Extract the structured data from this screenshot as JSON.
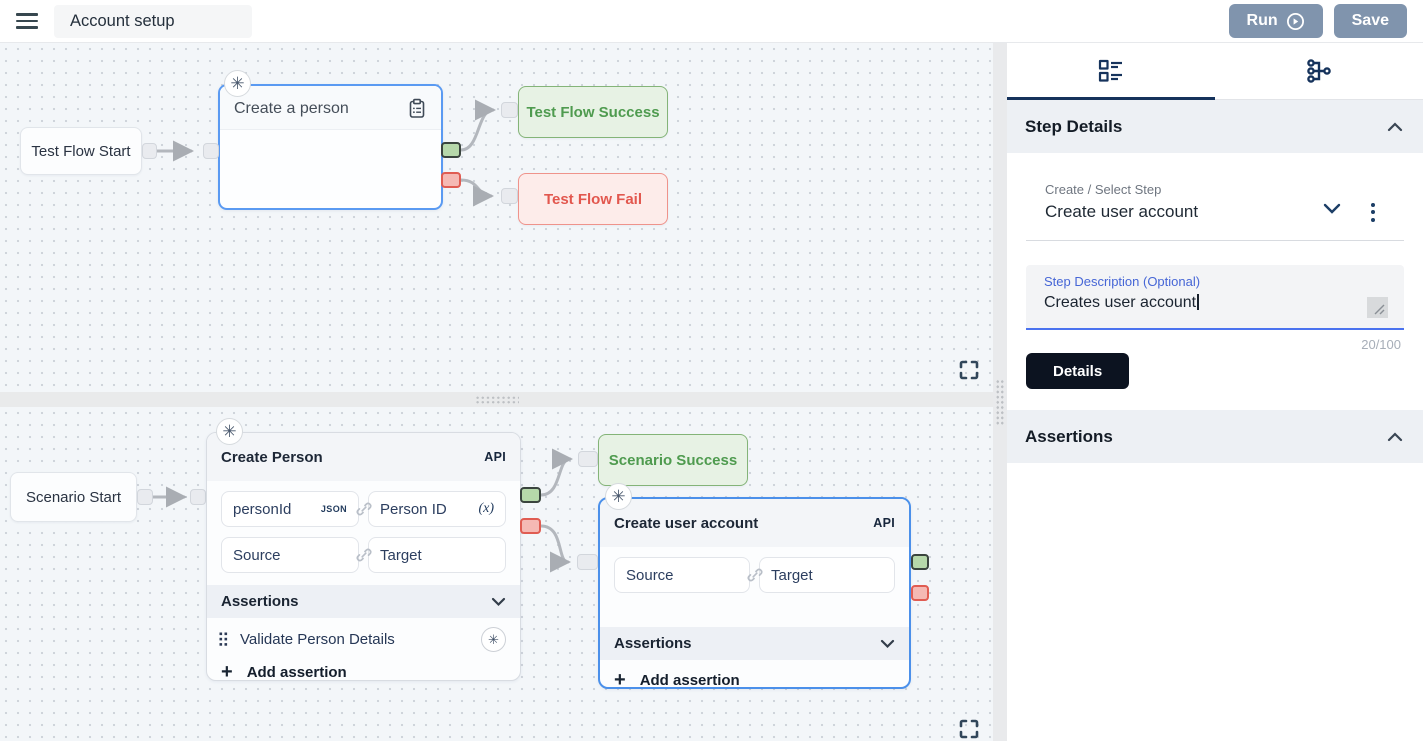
{
  "topbar": {
    "title": "Account setup",
    "run_label": "Run",
    "save_label": "Save"
  },
  "sidebar": {
    "step_details_title": "Step Details",
    "select_step": {
      "label": "Create / Select Step",
      "value": "Create user account"
    },
    "description": {
      "label": "Step Description (Optional)",
      "value": "Creates user account",
      "counter": "20/100"
    },
    "details_button": "Details",
    "assertions_title": "Assertions"
  },
  "flow_top": {
    "start_label": "Test Flow Start",
    "step_title": "Create a person",
    "success_label": "Test Flow Success",
    "fail_label": "Test Flow Fail"
  },
  "flow_bottom": {
    "start_label": "Scenario Start",
    "create_person": {
      "title": "Create Person",
      "badge": "API",
      "fields": [
        {
          "source": "personId",
          "source_tag": "JSON",
          "target": "Person ID",
          "target_tag": "(x)"
        },
        {
          "source": "Source",
          "source_tag": "",
          "target": "Target",
          "target_tag": ""
        }
      ],
      "assertions_title": "Assertions",
      "assertion_name": "Validate Person Details",
      "add_assertion_label": "Add assertion"
    },
    "success_label": "Scenario Success",
    "create_user": {
      "title": "Create user account",
      "badge": "API",
      "fields": [
        {
          "source": "Source",
          "target": "Target"
        }
      ],
      "assertions_title": "Assertions",
      "add_assertion_label": "Add assertion"
    }
  },
  "icons": {
    "asterisk": "✳",
    "plus": "+"
  },
  "colors": {
    "accent_navy": "#15325b",
    "selected_node_blue": "#4b90ea",
    "success_green": "#4f9b4f",
    "fail_red": "#e2574e",
    "button_slate": "#8094ad",
    "description_accent_blue": "#4a72ef"
  }
}
